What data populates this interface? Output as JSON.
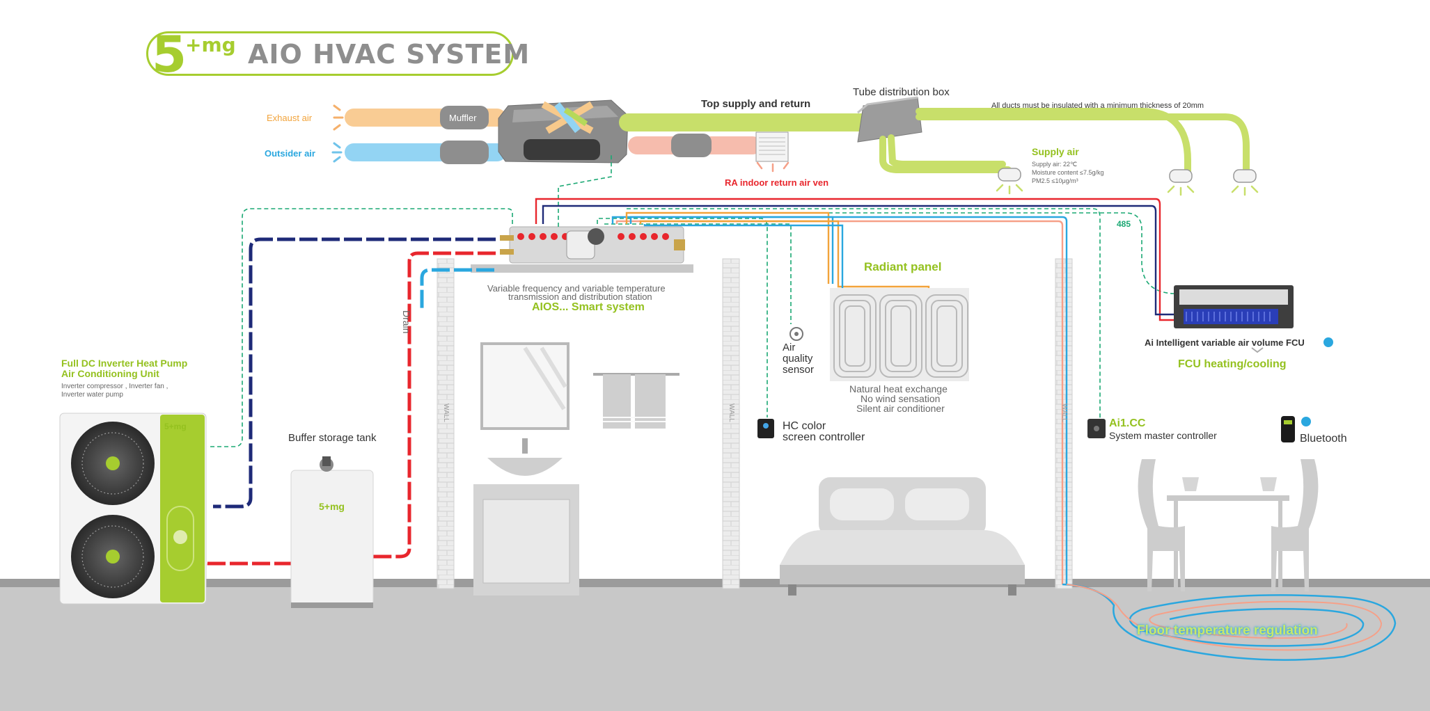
{
  "header": {
    "logo_main": "5",
    "logo_super": "+mg",
    "title": "AIO HVAC SYSTEM"
  },
  "labels": {
    "exhaust_air": "Exhaust air",
    "outside_air": "Outsider air",
    "muffler": "Muffler",
    "top_supply_return": "Top supply and return",
    "tube_distribution_box": "Tube distribution box",
    "insulation_note": "All ducts must be insulated with a minimum thickness of 20mm",
    "supply_air_title": "Supply air",
    "supply_air_line1": "Supply air: 22℃",
    "supply_air_line2": "Moisture content ≤7.5g/kg",
    "supply_air_line3": "PM2.5 ≤10μg/m³",
    "ra_vent": "RA indoor return air ven",
    "station_line1": "Variable frequency and variable temperature",
    "station_line2": "transmission and distribution station",
    "aios": "AIOS... Smart system",
    "drain": "Drain",
    "air_quality_1": "Air",
    "air_quality_2": "quality",
    "air_quality_3": "sensor",
    "radiant_panel": "Radiant panel",
    "radiant_line1": "Natural heat exchange",
    "radiant_line2": "No wind sensation",
    "radiant_line3": "Silent air conditioner",
    "hc_line1": "HC color",
    "hc_line2": "screen controller",
    "ai1cc_title": "Ai1.CC",
    "ai1cc_sub": "System master controller",
    "bluetooth": "Bluetooth",
    "bus_485": "485",
    "fcu_title": "Ai Intelligent variable air volume FCU",
    "fcu_sub": "FCU heating/cooling",
    "heat_pump_1": "Full DC Inverter Heat Pump",
    "heat_pump_2": "Air Conditioning Unit",
    "heat_pump_3": "Inverter compressor , Inverter fan ,",
    "heat_pump_4": "Inverter water pump",
    "buffer_tank": "Buffer storage tank",
    "tank_logo": "5+mg",
    "unit_logo": "5+mg",
    "wall_1": "WALL",
    "wall_2": "WALL",
    "wall_3": "WALL",
    "floor_regulation": "Floor temperature regulation"
  },
  "colors": {
    "brand_green": "#a6cd2f",
    "label_green": "#94c11f",
    "supply_red": "#e8262d",
    "return_navy": "#1e2a78",
    "water_blue": "#2aa7df",
    "signal_teal": "#1aa873",
    "exhaust_orange": "#f7c98b",
    "fresh_blue": "#8fd3f4",
    "floor_grey": "#c6c6c6"
  },
  "icons": [
    "fan-icon",
    "bluetooth-icon",
    "sensor-icon",
    "controller-icon",
    "phone-icon",
    "logo-icon"
  ]
}
